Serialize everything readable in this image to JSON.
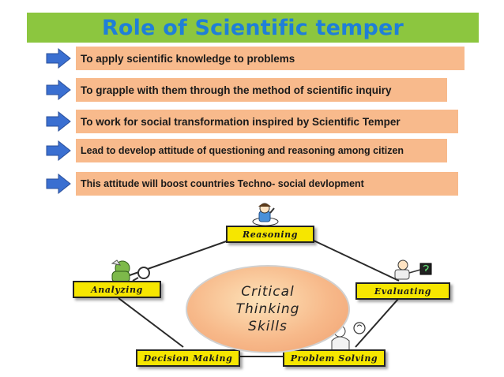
{
  "title": "Role of Scientific temper",
  "bullets": [
    "To apply scientific knowledge to problems",
    "To grapple with them through the method of scientific inquiry",
    "To  work for social transformation inspired by Scientific Temper",
    "Lead to develop attitude of questioning  and reasoning among citizen",
    "This attitude will boost countries Techno- social devlopment"
  ],
  "diagram": {
    "center": [
      "Critical",
      "Thinking",
      "Skills"
    ],
    "nodes": {
      "reasoning": "Reasoning",
      "evaluating": "Evaluating",
      "problem_solving": "Problem Solving",
      "decision_making": "Decision Making",
      "analyzing": "Analyzing"
    }
  },
  "colors": {
    "title_bar": "#8cc63f",
    "title_text": "#1f7fd8",
    "bullet_box": "#f8ba8c",
    "bullet_arrow": "#3a6fd1",
    "node_fill": "#f6e600",
    "center_fill": "#f7b98a"
  },
  "icons": [
    "arrow-right-icon",
    "thinker-figure-icon",
    "magnifier-figure-icon",
    "question-figure-icon",
    "idea-figure-icon"
  ]
}
